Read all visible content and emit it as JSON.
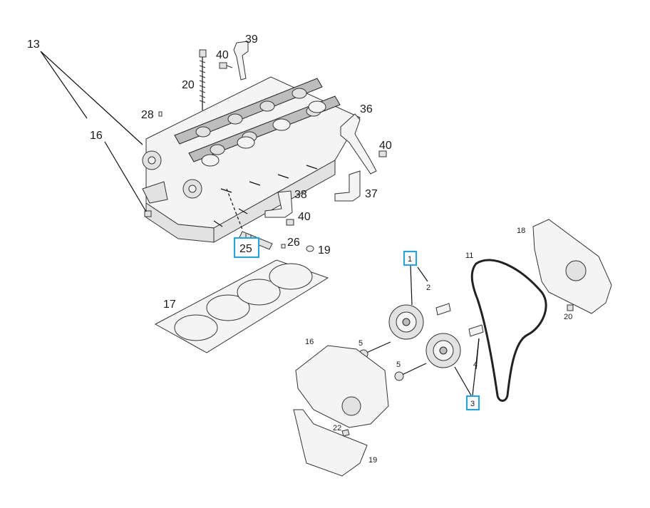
{
  "callouts": {
    "c13": "13",
    "c16": "16",
    "c39": "39",
    "c40a": "40",
    "c20a": "20",
    "c28": "28",
    "c36": "36",
    "c40b": "40",
    "c37": "37",
    "c38": "38",
    "c40c": "40",
    "c25": "25",
    "c26": "26",
    "c19a": "19",
    "c17": "17",
    "c18": "18",
    "c1": "1",
    "c11": "11",
    "c2": "2",
    "c20b": "20",
    "c16b": "16",
    "c5a": "5",
    "c4": "4",
    "c5b": "5",
    "c3": "3",
    "c22": "22",
    "c19b": "19"
  },
  "highlight_color": "#2aa3d9"
}
